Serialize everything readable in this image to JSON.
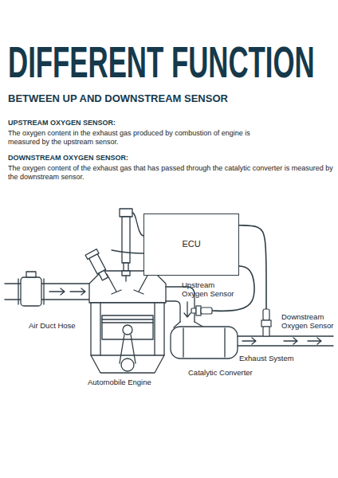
{
  "diagram": {
    "title": "DIFFERENT FUNCTION",
    "nodes": [
      {
        "text": [
          "ECU"
        ]
      },
      {
        "text": [
          "Upstream Oxygen Sensor"
        ]
      },
      {
        "text": [
          "Downstream Oxygen Sensor"
        ]
      }
    ],
    "edges": [
      {
        "from": 0,
        "to": 1,
        "arrow": "none"
      },
      {
        "from": 0,
        "to": 2,
        "arrow": "none"
      }
    ],
    "labels": [
      "BETWEEN UP AND DOWNSTREAM SENSOR",
      "UPSTREAM OXYGEN SENSOR:",
      "The oxygen content in the exhaust gas produced by combustion of engine is measured by the upstream sensor.",
      "DOWNSTREAM OXYGEN SENSOR:",
      "The oxygen content of the exhaust gas that has passed through the catalytic converter is measured by the downstream sensor.",
      "Air Duct Hose",
      "Automobile Engine",
      "Catalytic Converter",
      "Exhaust System"
    ]
  }
}
